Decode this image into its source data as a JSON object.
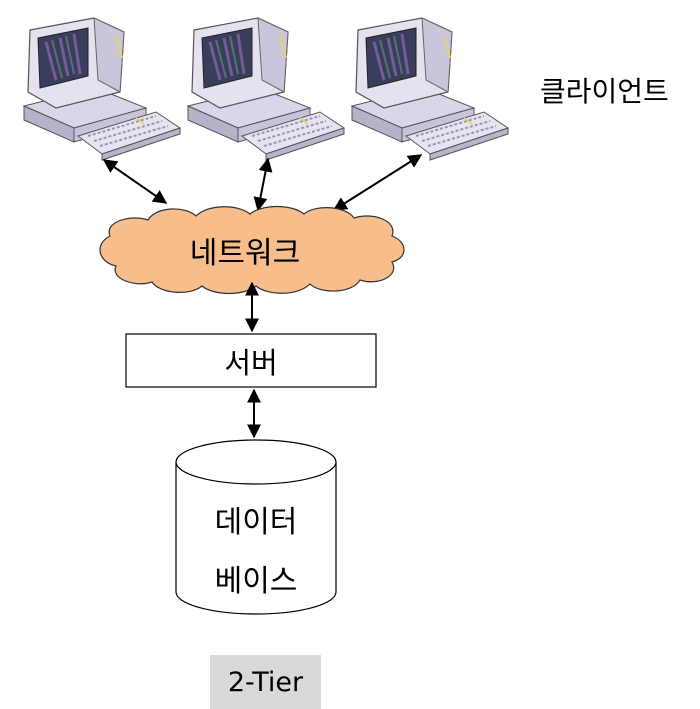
{
  "labels": {
    "clients": "클라이언트",
    "network": "네트워크",
    "server": "서버",
    "database_line1": "데이터",
    "database_line2": "베이스",
    "tier": "2-Tier"
  },
  "icons": {
    "client": "desktop-computer-icon",
    "network": "cloud-shape",
    "database": "database-cylinder"
  },
  "colors": {
    "cloud_fill": "#f7bd8a",
    "tier_badge": "#d9d9d9"
  }
}
